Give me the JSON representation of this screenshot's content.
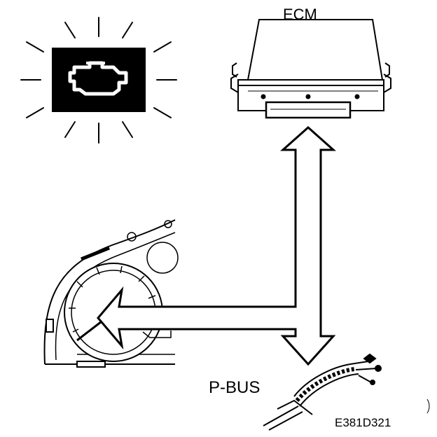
{
  "labels": {
    "ecm": "ECM",
    "pbus": "P-BUS",
    "reference": "E381D321"
  },
  "icons": {
    "warning_lamp": "check-engine-icon",
    "module": "ecm-module-icon",
    "cluster": "instrument-cluster-icon",
    "connector": "bus-wire-connector-icon"
  },
  "colors": {
    "ink": "#000000",
    "paper": "#ffffff"
  }
}
